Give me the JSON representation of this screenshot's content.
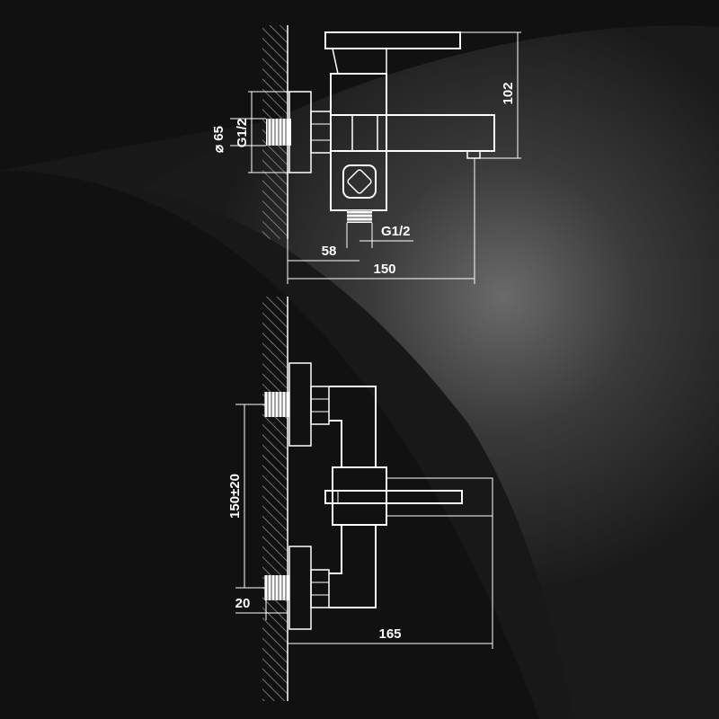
{
  "diagram": {
    "top_view": {
      "diameter_label": "⌀ 65",
      "thread_wall_label": "G1/2",
      "thread_outlet_label": "G1/2",
      "height_label": "102",
      "offset_label": "58",
      "depth_label": "150"
    },
    "front_view": {
      "spacing_label": "150±20",
      "wall_offset_label": "20",
      "projection_label": "165"
    }
  }
}
